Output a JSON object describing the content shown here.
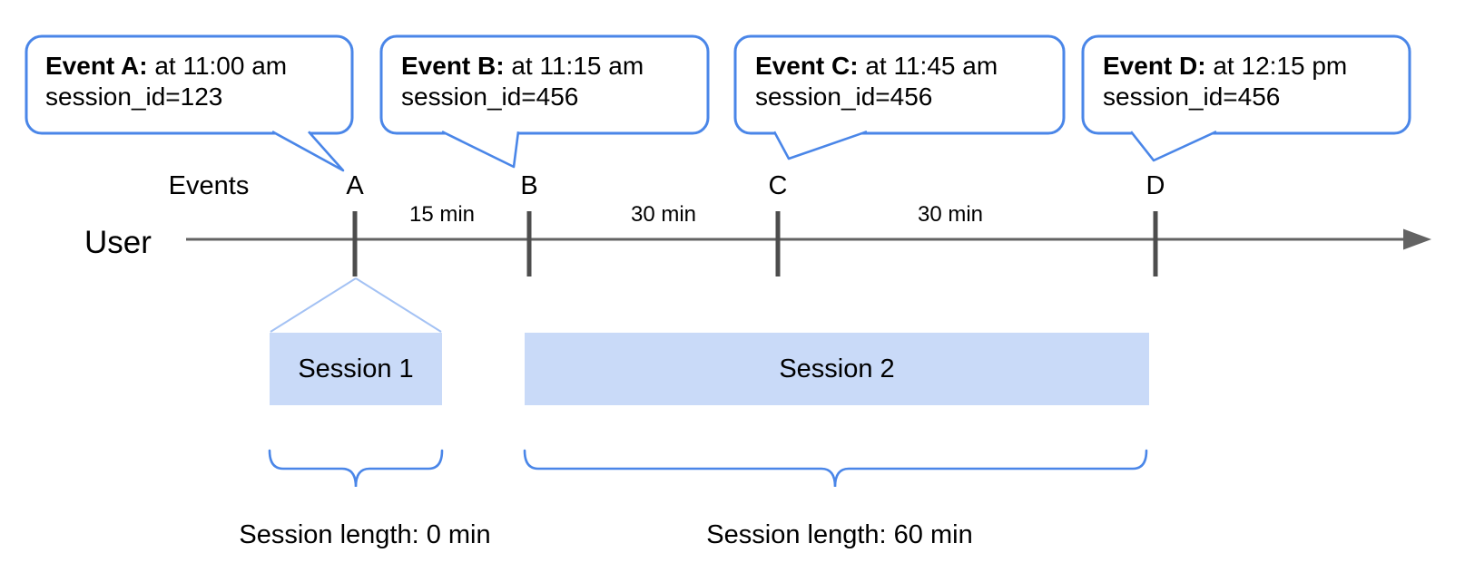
{
  "diagram": {
    "user_label": "User",
    "events_label": "Events",
    "colors": {
      "accent_blue": "#4a86e8",
      "session_fill": "#c9daf8",
      "funnel_line": "#a4c2f4",
      "timeline_gray": "#636363",
      "tick_gray": "#4d4d4d"
    }
  },
  "bubbles": [
    {
      "title": "Event A:",
      "time": "at 11:00 am",
      "session": "session_id=123"
    },
    {
      "title": "Event B:",
      "time": "at 11:15 am",
      "session": "session_id=456"
    },
    {
      "title": "Event C:",
      "time": "at 11:45 am",
      "session": "session_id=456"
    },
    {
      "title": "Event D:",
      "time": "at 12:15 pm",
      "session": "session_id=456"
    }
  ],
  "events": [
    {
      "label": "A"
    },
    {
      "label": "B"
    },
    {
      "label": "C"
    },
    {
      "label": "D"
    }
  ],
  "intervals": [
    {
      "label": "15 min"
    },
    {
      "label": "30 min"
    },
    {
      "label": "30 min"
    }
  ],
  "sessions": [
    {
      "label": "Session 1",
      "length_label": "Session length: 0 min"
    },
    {
      "label": "Session 2",
      "length_label": "Session length: 60 min"
    }
  ]
}
